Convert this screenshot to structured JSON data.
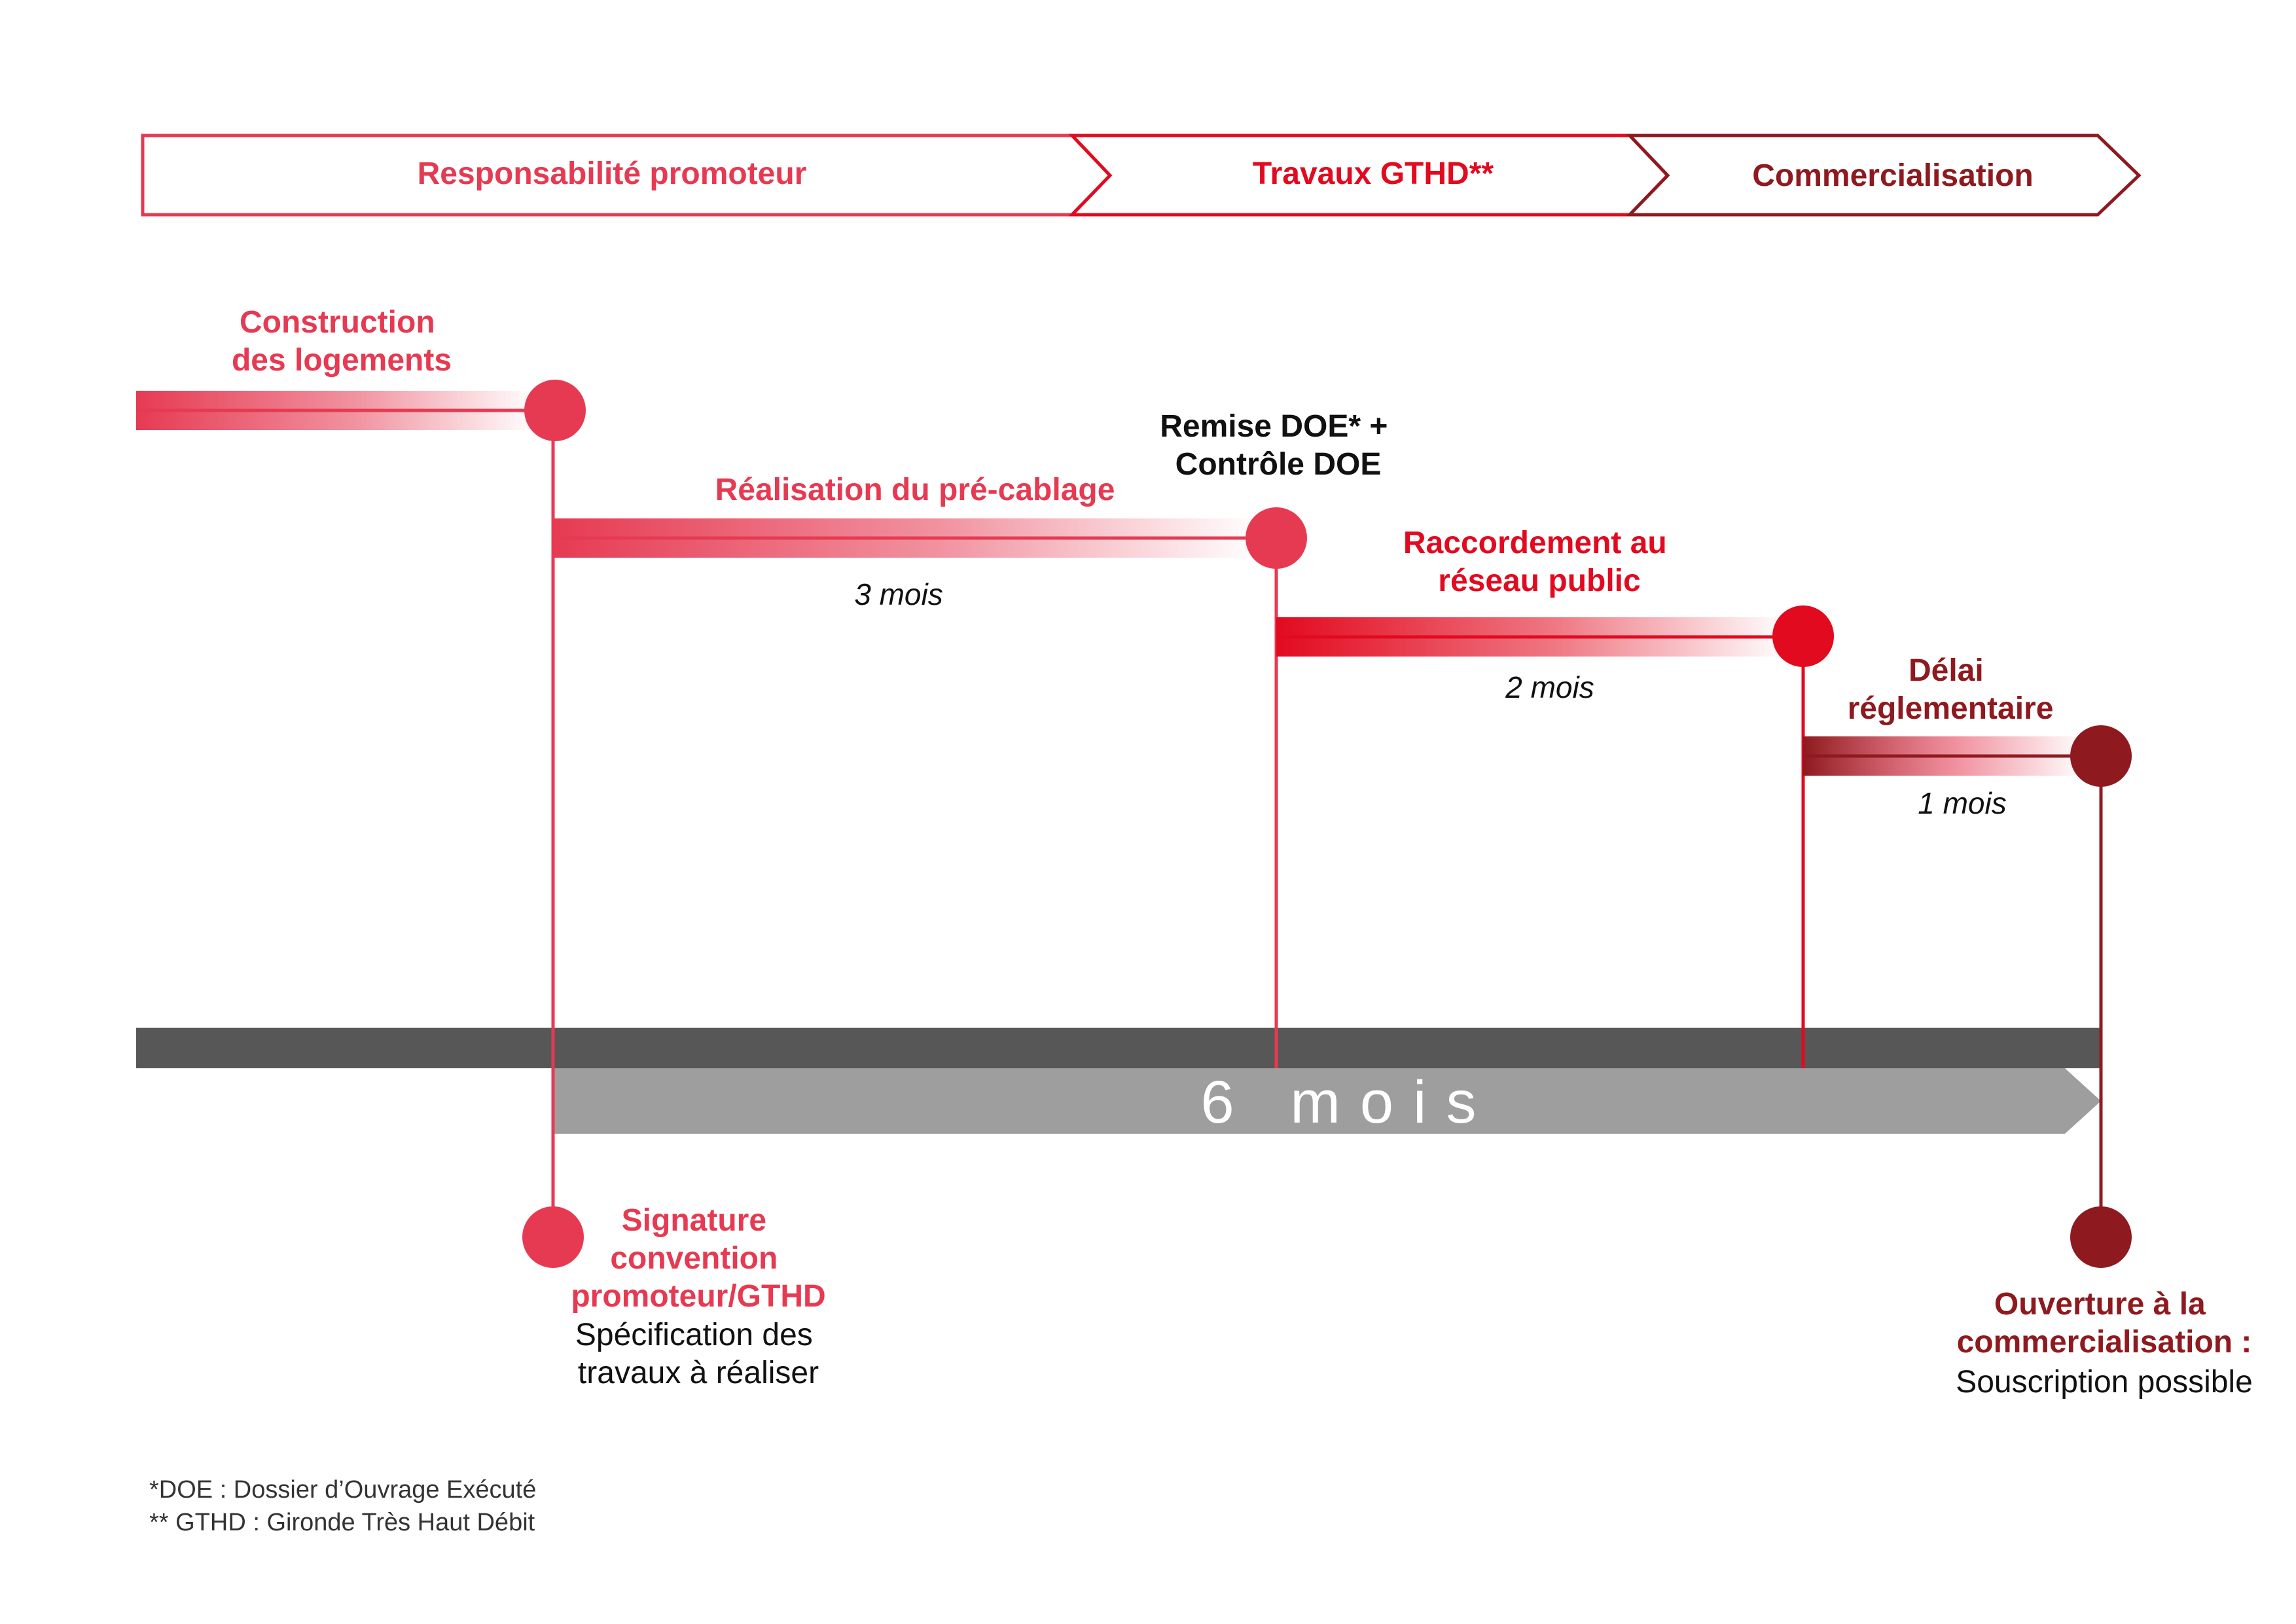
{
  "colors": {
    "pink": "#E63A52",
    "red": "#E20A1F",
    "dark_red": "#8E1A1F",
    "dark_gray": "#575757",
    "light_gray": "#9E9E9E",
    "black": "#111111"
  },
  "phases": [
    {
      "label": "Responsabilité promoteur",
      "color": "#E63A52"
    },
    {
      "label": "Travaux GTHD**",
      "color": "#E20A1F"
    },
    {
      "label": "Commercialisation",
      "color": "#8E1A1F"
    }
  ],
  "steps": [
    {
      "title_lines": [
        "Construction",
        "des logements"
      ],
      "duration": ""
    },
    {
      "title_lines": [
        "Réalisation du pré-cablage"
      ],
      "duration": "3 mois"
    },
    {
      "title_lines": [
        "Raccordement au",
        "réseau public"
      ],
      "duration": "2 mois"
    },
    {
      "title_lines": [
        "Délai",
        "réglementaire"
      ],
      "duration": "1 mois"
    }
  ],
  "milestones": {
    "doe": {
      "lines": [
        "Remise DOE* +",
        "Contrôle DOE"
      ]
    },
    "signature": {
      "bold_lines": [
        "Signature",
        "convention",
        "promoteur/GTHD"
      ],
      "regular_lines": [
        "Spécification des",
        "travaux à réaliser"
      ]
    },
    "ouverture": {
      "bold_lines": [
        "Ouverture à la",
        "commercialisation :"
      ],
      "regular_lines": [
        "Souscription possible"
      ]
    }
  },
  "total_duration": "6 mois",
  "footnotes": [
    "*DOE : Dossier d’Ouvrage Exécuté",
    "** GTHD : Gironde Très Haut Débit"
  ]
}
